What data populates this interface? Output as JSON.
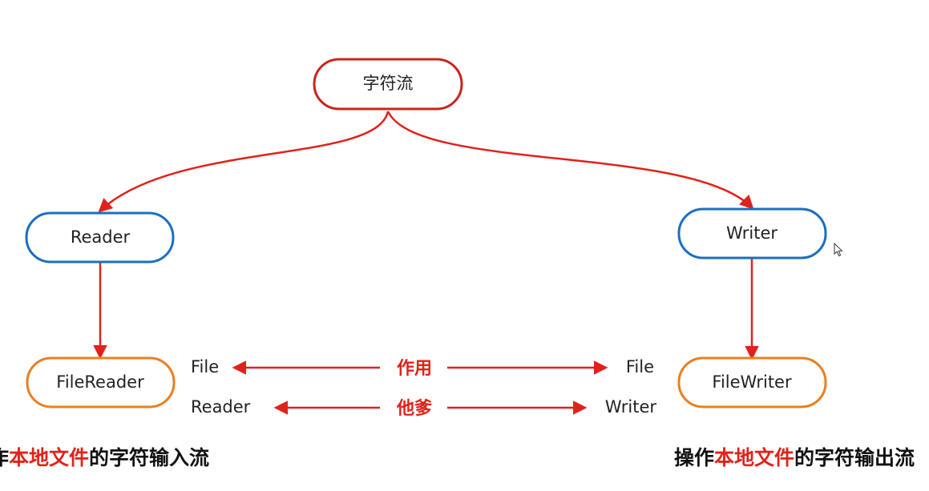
{
  "colors": {
    "root_border": "#c8251d",
    "base_border": "#1a6fbf",
    "impl_border": "#e8801f",
    "arrow": "#e0221a",
    "highlight": "#e0221a"
  },
  "nodes": {
    "root": "字符流",
    "reader": "Reader",
    "writer": "Writer",
    "file_reader": "FileReader",
    "file_writer": "FileWriter"
  },
  "annotations": {
    "left_top": "File",
    "left_bottom": "Reader",
    "mid_top": "作用",
    "mid_bottom": "他爹",
    "right_top": "File",
    "right_bottom": "Writer"
  },
  "captions": {
    "left": {
      "prefix": "作",
      "highlight": "本地文件",
      "suffix": "的字符输入流"
    },
    "right": {
      "prefix": "操作",
      "highlight": "本地文件",
      "suffix": "的字符输出流"
    }
  },
  "cursor_icon": "mouse-pointer-icon"
}
